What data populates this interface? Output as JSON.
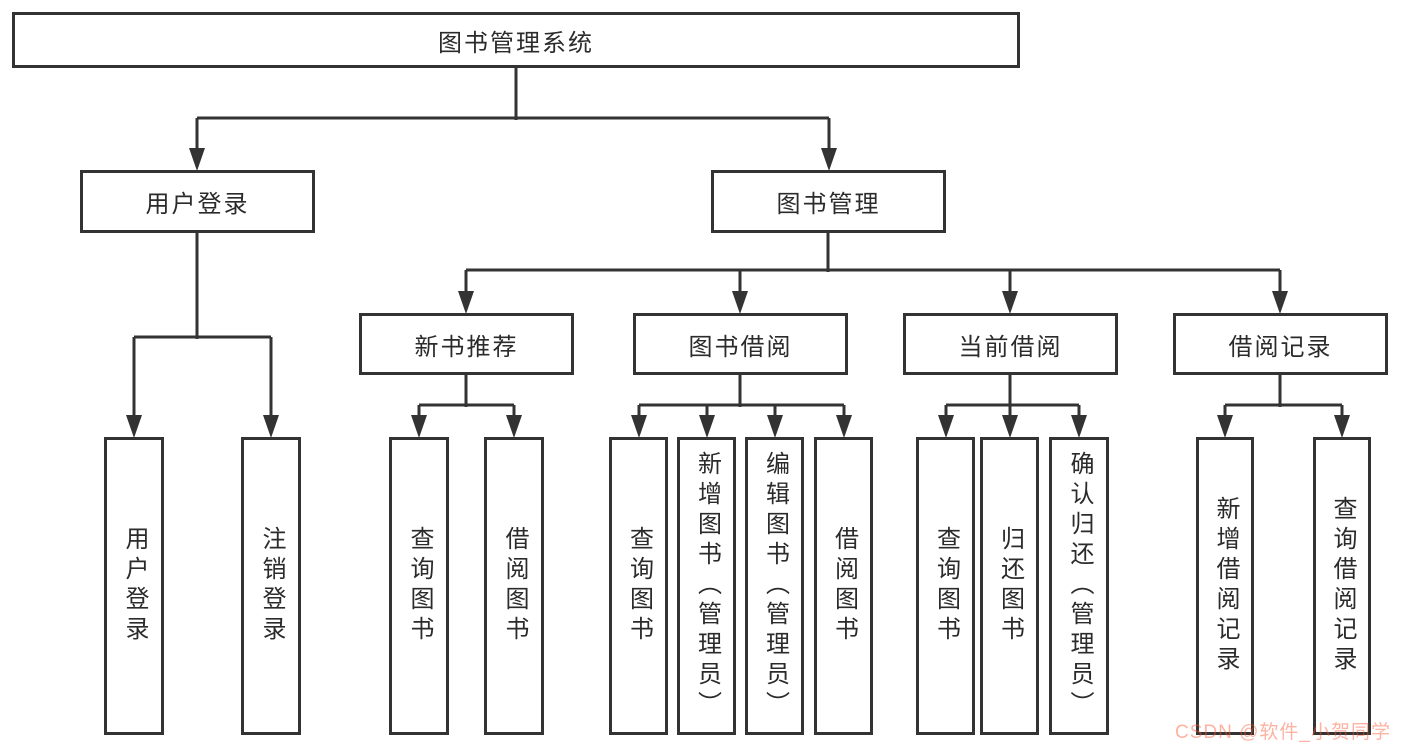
{
  "diagram": {
    "tree": {
      "label": "图书管理系统",
      "children": [
        {
          "label": "用户登录",
          "children": [
            {
              "label": "用户登录"
            },
            {
              "label": "注销登录"
            }
          ]
        },
        {
          "label": "图书管理",
          "children": [
            {
              "label": "新书推荐",
              "children": [
                {
                  "label": "查询图书"
                },
                {
                  "label": "借阅图书"
                }
              ]
            },
            {
              "label": "图书借阅",
              "children": [
                {
                  "label": "查询图书"
                },
                {
                  "label": "新增图书（管理员）"
                },
                {
                  "label": "编辑图书（管理员）"
                },
                {
                  "label": "借阅图书"
                }
              ]
            },
            {
              "label": "当前借阅",
              "children": [
                {
                  "label": "查询图书"
                },
                {
                  "label": "归还图书"
                },
                {
                  "label": "确认归还（管理员）"
                }
              ]
            },
            {
              "label": "借阅记录",
              "children": [
                {
                  "label": "新增借阅记录"
                },
                {
                  "label": "查询借阅记录"
                }
              ]
            }
          ]
        }
      ]
    },
    "colors": {
      "box_border": "#333333",
      "connector": "#333333",
      "text": "#2b2b2b",
      "background": "#ffffff",
      "watermark": "#fc5531"
    }
  },
  "watermark": {
    "text": "CSDN @软件_小贺同学"
  }
}
